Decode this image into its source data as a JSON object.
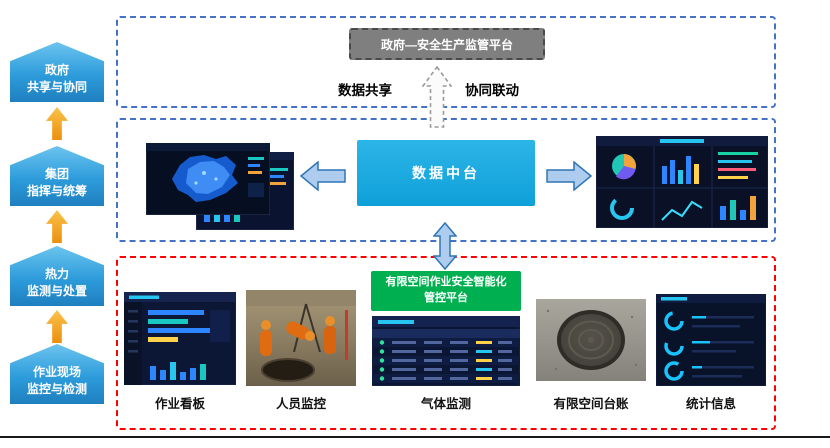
{
  "ladder": {
    "items": [
      {
        "line1": "政府",
        "line2": "共享与协同"
      },
      {
        "line1": "集团",
        "line2": "指挥与统筹"
      },
      {
        "line1": "热力",
        "line2": "监测与处置"
      },
      {
        "line1": "作业现场",
        "line2": "监控与检测"
      }
    ]
  },
  "top_section": {
    "gov_platform_label": "政府—安全生产监管平台",
    "data_share_label": "数据共享",
    "coordination_label": "协同联动"
  },
  "middle_section": {
    "data_hub_label": "数据中台"
  },
  "bottom_section": {
    "platform_line1": "有限空间作业安全智能化",
    "platform_line2": "管控平台",
    "modules": [
      {
        "label": "作业看板"
      },
      {
        "label": "人员监控"
      },
      {
        "label": "气体监测"
      },
      {
        "label": "有限空间台账"
      },
      {
        "label": "统计信息"
      }
    ]
  },
  "icons": {
    "orange_up_arrow": "up-arrow-icon",
    "dashed_up_arrow": "dashed-up-arrow-icon",
    "block_arrow_left": "block-arrow-left-icon",
    "block_arrow_right": "block-arrow-right-icon",
    "double_arrow_vertical": "double-arrow-vertical-icon"
  },
  "colors": {
    "data_hub_cyan": "#1BADE4",
    "smart_platform_green": "#00B050",
    "gov_box_gray": "#7F7F7F",
    "upper_border_blue": "#4472C4",
    "lower_border_red": "#FF0000",
    "ladder_blue": "#2D9CDB",
    "flow_arrow_orange": "#EC8F0E",
    "block_arrow_fill": "#ADCCEE",
    "block_arrow_border": "#2E75B6"
  }
}
